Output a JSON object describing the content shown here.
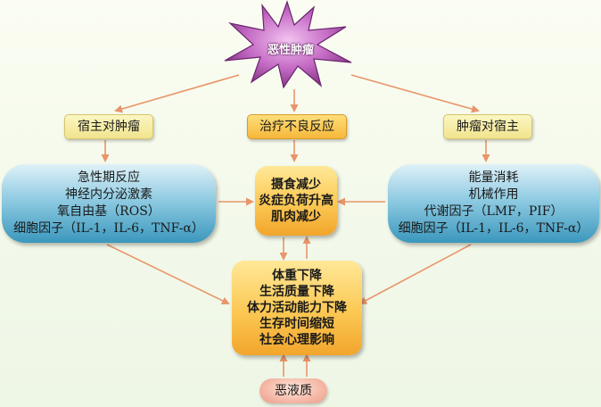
{
  "tumor": {
    "label": "恶性肿瘤"
  },
  "branches": {
    "host_on_tumor": "宿主对肿瘤",
    "treatment": "治疗不良反应",
    "tumor_on_host": "肿瘤对宿主"
  },
  "host_factors": [
    "急性期反应",
    "神经内分泌激素",
    "氧自由基（ROS）",
    "细胞因子（IL-1，IL-6，TNF-α）"
  ],
  "tumor_factors": [
    "能量消耗",
    "机械作用",
    "代谢因子（LMF，PIF）",
    "细胞因子（IL-1，IL-6，TNF-α）"
  ],
  "intake_effects": [
    "摄食减少",
    "炎症负荷升高",
    "肌肉减少"
  ],
  "outcomes": [
    "体重下降",
    "生活质量下降",
    "体力活动能力下降",
    "生存时间缩短",
    "社会心理影响"
  ],
  "cachexia": {
    "label": "恶液质"
  },
  "colors": {
    "arrow": "#e8956a",
    "tumor_body": "#c46ac4",
    "blue_box": "#3b97bd",
    "orange_box": "#f5b73a",
    "label_box": "#f1e48e"
  }
}
